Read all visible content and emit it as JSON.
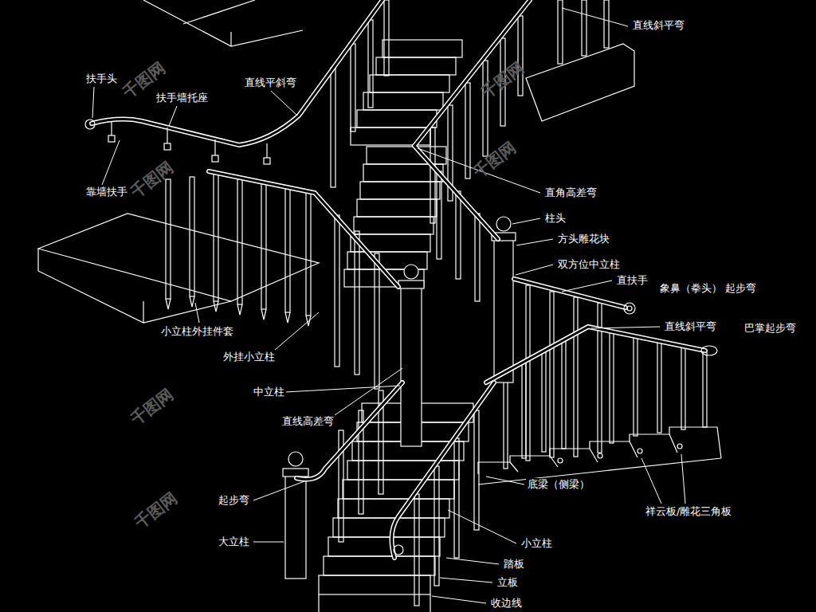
{
  "diagram": {
    "labels": [
      "直线斜平弯",
      "扶手头",
      "扶手墙托座",
      "直线平斜弯",
      "靠墙扶手",
      "直角高差弯",
      "柱头",
      "方头雕花块",
      "双方位中立柱",
      "直扶手",
      "象鼻（拳头） 起步弯",
      "直线斜平弯",
      "巴掌起步弯",
      "小立柱外挂件套",
      "外挂小立柱",
      "中立柱",
      "直线高差弯",
      "祥云板/雕花三角板",
      "底梁（侧梁）",
      "起步弯",
      "大立柱",
      "小立柱",
      "踏板",
      "立板",
      "收边线",
      "千图网",
      "千图网",
      "千图网",
      "千图网",
      "千图网",
      "千图网"
    ]
  }
}
